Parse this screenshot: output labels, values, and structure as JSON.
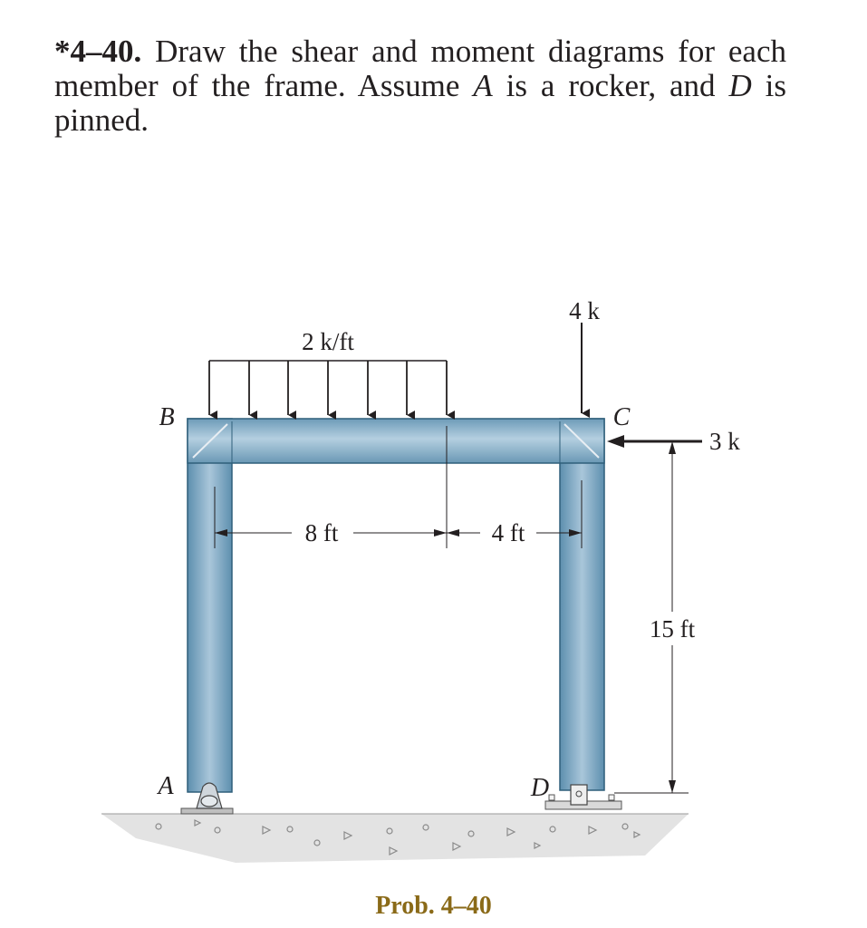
{
  "problem": {
    "number": "*4–40.",
    "text_1": " Draw the shear and moment diagrams for each member of the frame. Assume ",
    "var_a": "A",
    "text_2": " is a rocker, and ",
    "var_d": "D",
    "text_3": " is pinned."
  },
  "figure": {
    "point_labels": {
      "A": "A",
      "B": "B",
      "C": "C",
      "D": "D"
    },
    "load_distributed": "2 k/ft",
    "load_point_vertical": "4 k",
    "load_point_horizontal": "3 k",
    "dim_8": "8 ft",
    "dim_4": "4 ft",
    "dim_15": "15 ft",
    "colors": {
      "member_fill": "#8fb3cc",
      "member_edge": "#4a7a96",
      "ground": "#e3e3e3",
      "caption": "#8a6a18"
    }
  },
  "caption": "Prob. 4–40"
}
